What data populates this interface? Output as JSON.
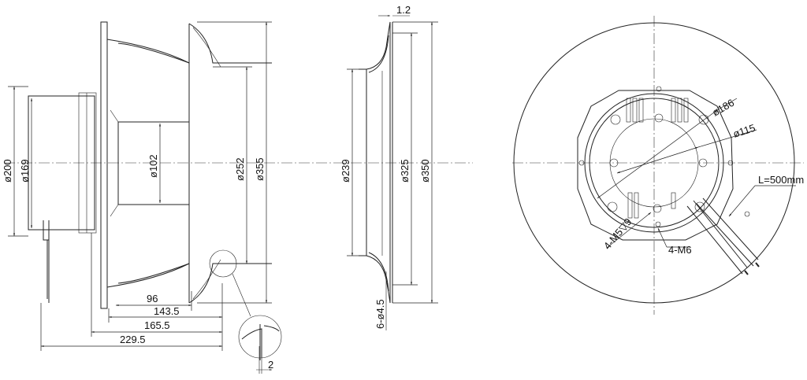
{
  "side_view": {
    "dim_motor_outer": "ø200",
    "dim_motor_inner": "ø169",
    "dim_hub": "ø102",
    "dim_inlet": "ø252",
    "dim_impeller": "ø355",
    "dim_96": "96",
    "dim_143_5": "143.5",
    "dim_165_5": "165.5",
    "dim_229_5": "229.5",
    "detail_thickness": "2"
  },
  "inlet_ring_view": {
    "dim_thickness": "1.2",
    "dim_inner": "ø239",
    "dim_bolt_circle": "ø325",
    "dim_outer": "ø350",
    "dim_holes": "6-ø4.5"
  },
  "rear_view": {
    "dim_mount_circle": "ø186",
    "dim_inner_circle": "ø115",
    "cable_length": "L=500mm",
    "mount_holes": "4-M5▽9",
    "thread_holes": "4-M6"
  }
}
